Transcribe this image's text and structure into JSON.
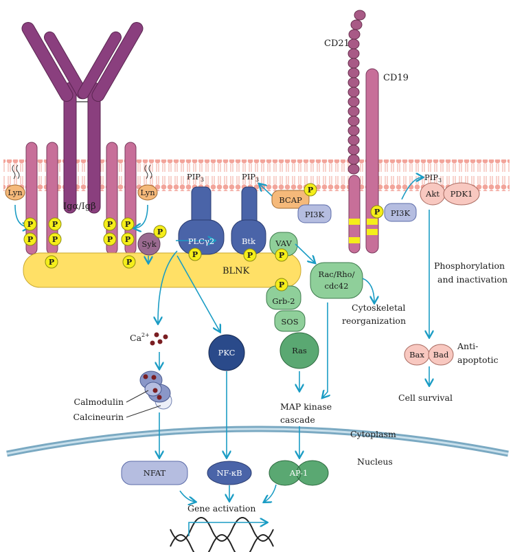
{
  "labels": {
    "cd21": "CD21",
    "cd19": "CD19",
    "iga_igb": "Igα/Igβ",
    "lyn_left": "Lyn",
    "lyn_right": "Lyn",
    "pip3_1": "PIP",
    "pip3_2": "PIP",
    "pip3_3": "PIP",
    "pip3_sub": "3",
    "bcap": "BCAP",
    "pi3k_1": "PI3K",
    "pi3k_2": "PI3K",
    "akt": "Akt",
    "pdk1": "PDK1",
    "syk": "Syk",
    "plcg2": "PLCγ2",
    "btk": "Btk",
    "vav": "VAV",
    "blnk": "BLNK",
    "rac": "Rac/Rho/",
    "cdc42": "cdc42",
    "grb2": "Grb-2",
    "sos": "SOS",
    "ras": "Ras",
    "pkc": "PKC",
    "ca": "Ca",
    "ca_sup": "2+",
    "calmodulin": "Calmodulin",
    "calcineurin": "Calcineurin",
    "cyto1": "Cytoskeletal",
    "cyto2": "reorganization",
    "phos1": "Phosphorylation",
    "phos2": "and inactivation",
    "bax": "Bax",
    "bad": "Bad",
    "anti1": "Anti-",
    "anti2": "apoptotic",
    "survival": "Cell survival",
    "map1": "MAP kinase",
    "map2": "cascade",
    "cytoplasm": "Cytoplasm",
    "nucleus": "Nucleus",
    "nfat": "NFAT",
    "nfkb": "NF-κB",
    "ap1": "AP-1",
    "gene": "Gene activation",
    "p": "P"
  },
  "colors": {
    "receptor": "#8a3f7e",
    "membrane": "#f2a49a",
    "blnk": "#ffe066",
    "phospho": "#f5ee1a",
    "blue_protein": "#4a64a8",
    "green_protein": "#5aa872",
    "arrow": "#1a9cc4"
  }
}
